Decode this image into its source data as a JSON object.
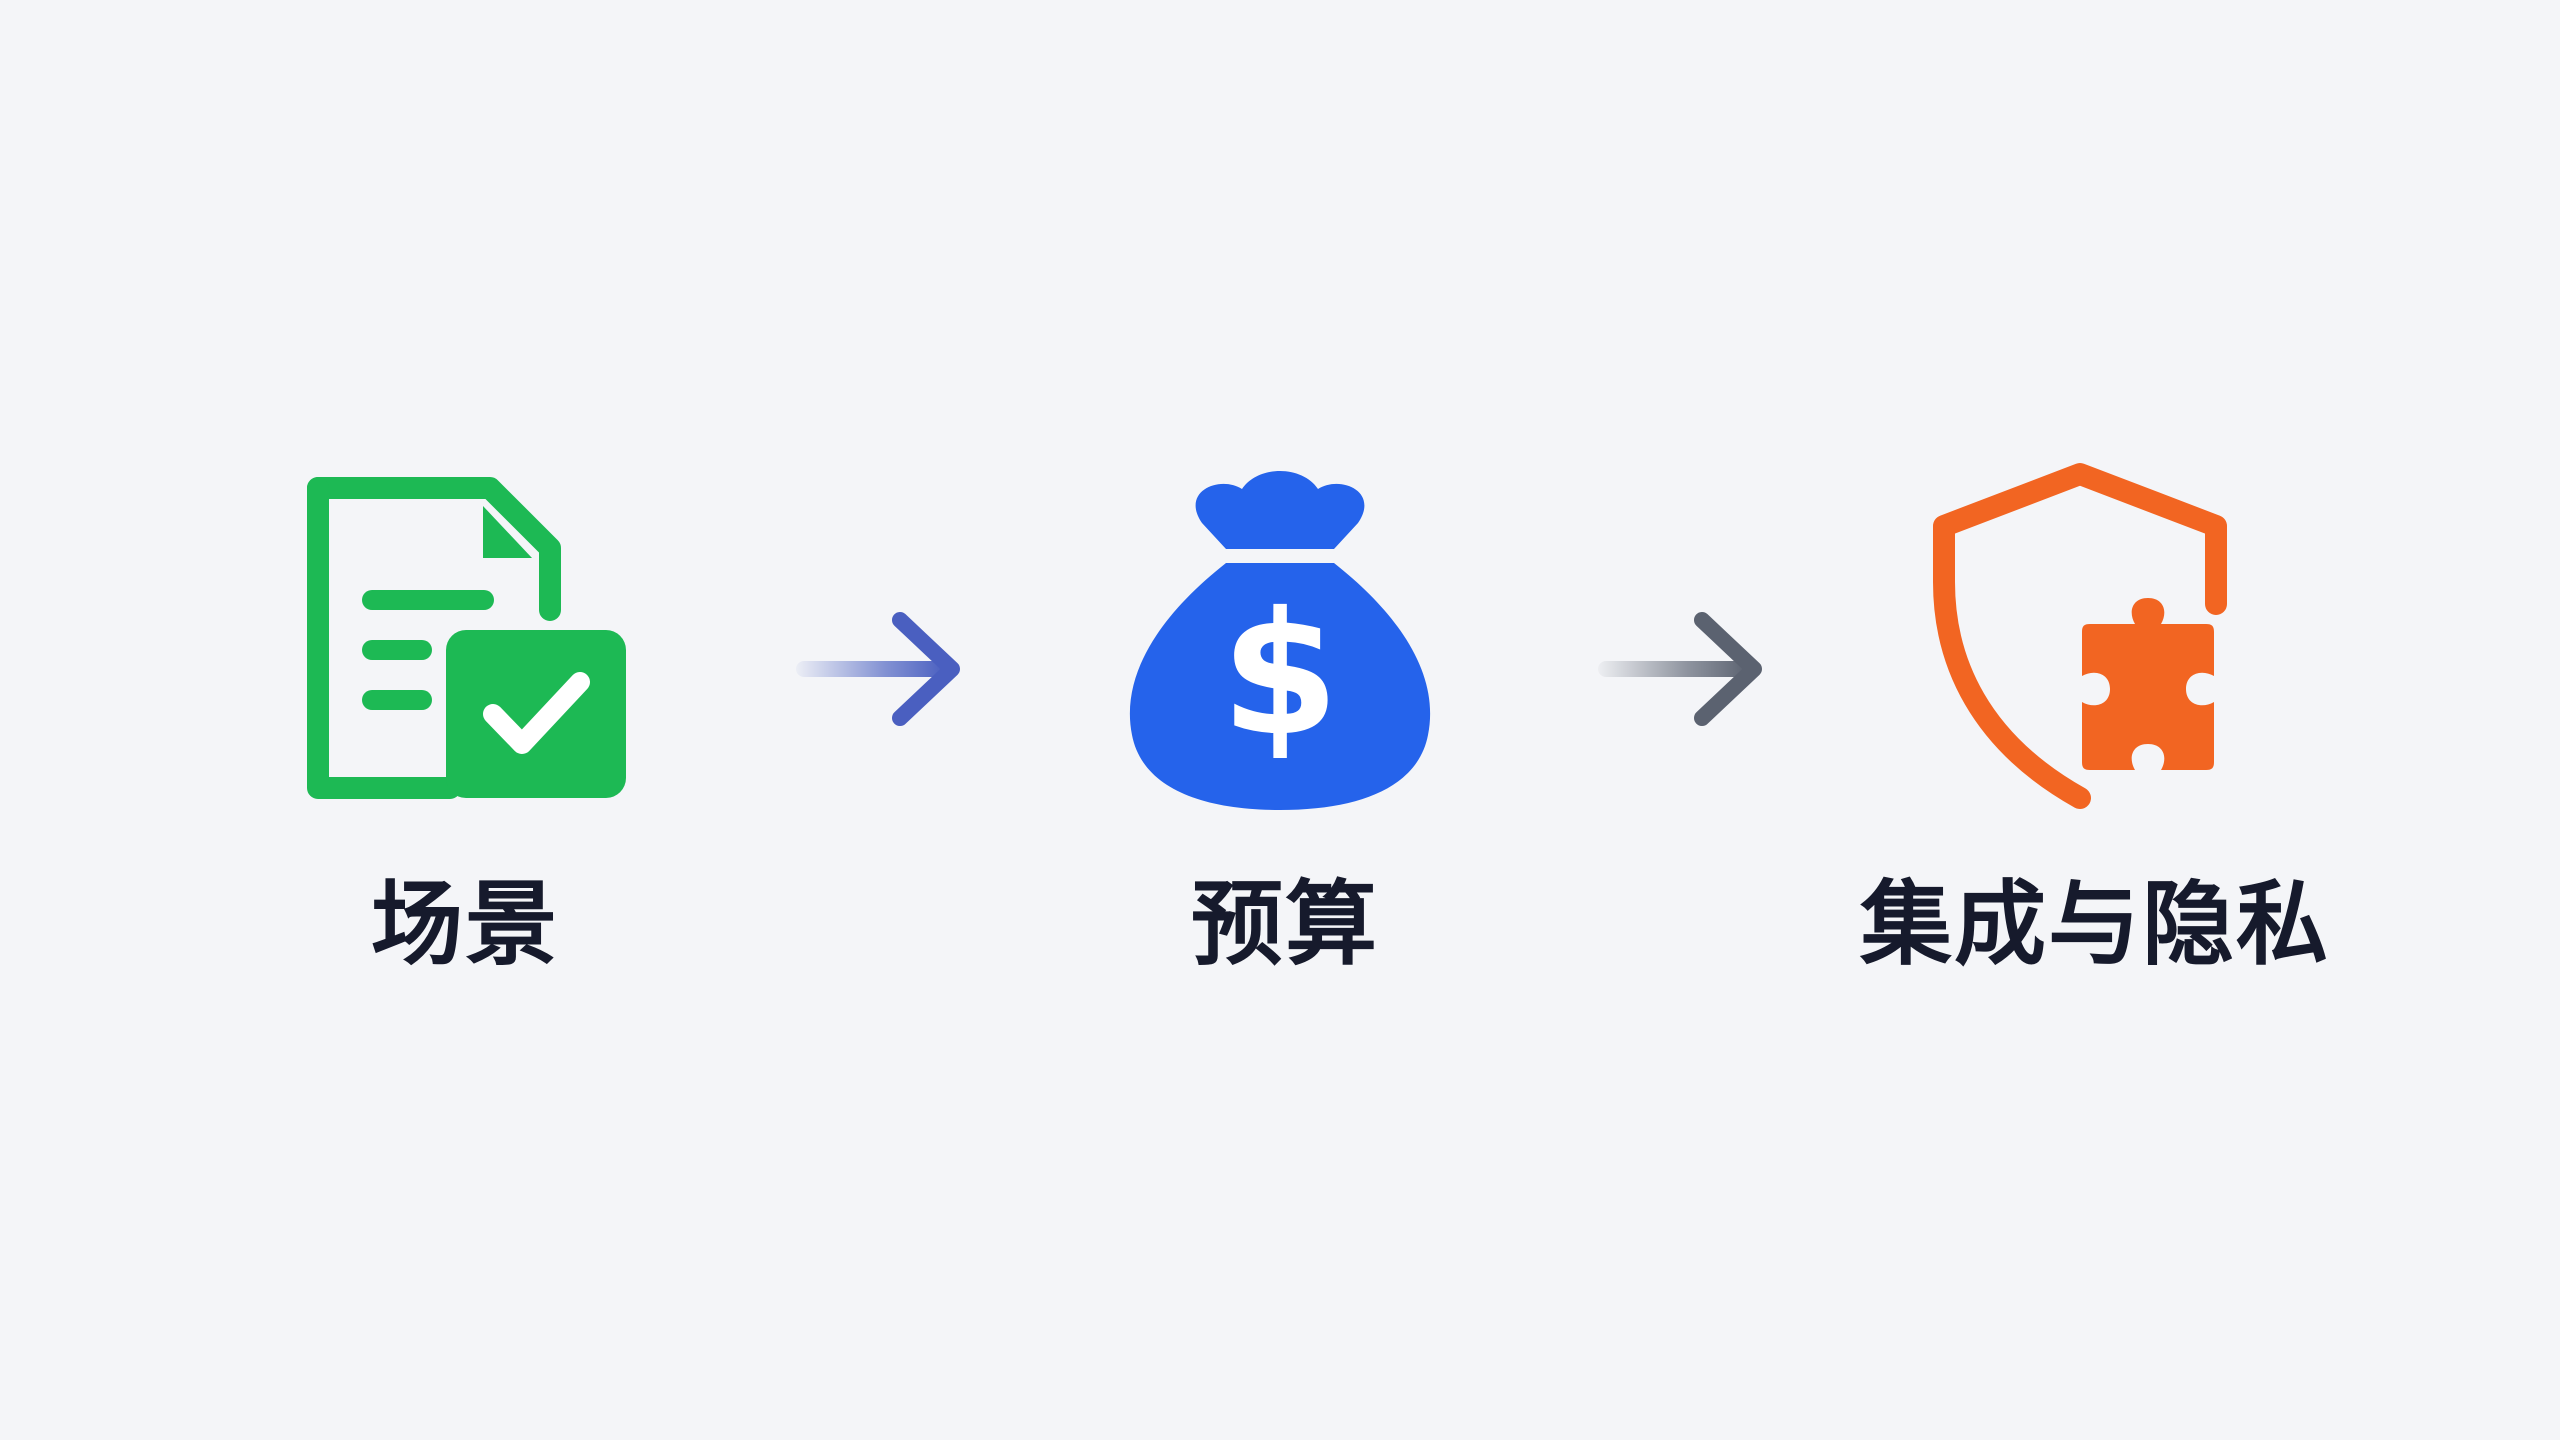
{
  "steps": [
    {
      "label": "场景",
      "icon": "document-check-icon",
      "color": "#1db954"
    },
    {
      "label": "预算",
      "icon": "money-bag-icon",
      "color": "#2563eb"
    },
    {
      "label": "集成与隐私",
      "icon": "shield-puzzle-icon",
      "color": "#f26522"
    }
  ],
  "arrows": [
    {
      "icon": "arrow-right-icon",
      "color": "#5b6fc6"
    },
    {
      "icon": "arrow-right-icon",
      "color": "#6b7280"
    }
  ],
  "dollar_symbol": "$"
}
